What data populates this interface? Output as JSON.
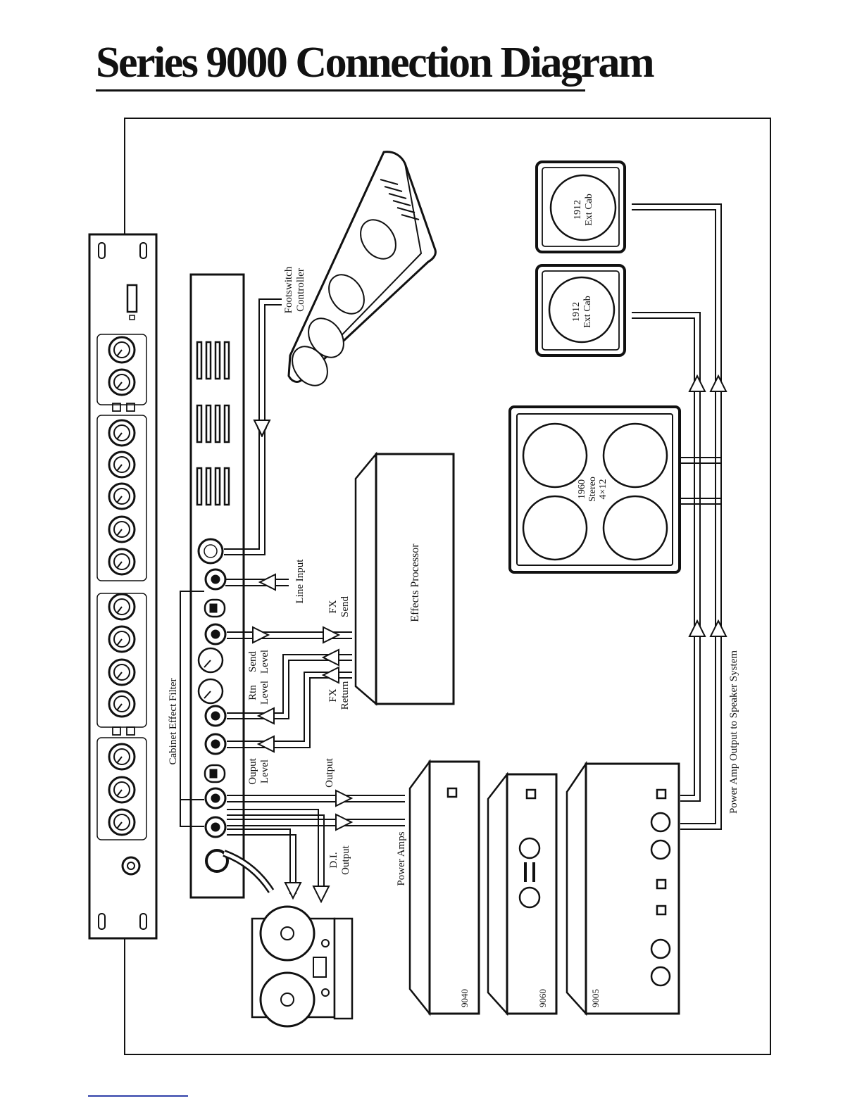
{
  "page": {
    "title": "Series 9000 Connection Diagram"
  },
  "labels": {
    "footswitch": [
      "Footswitch",
      "Controller"
    ],
    "line_input": "Line Input",
    "effects_processor": "Effects Processor",
    "fx_send": [
      "FX",
      "Send"
    ],
    "fx_return": [
      "FX",
      "Return"
    ],
    "send_level": [
      "Send",
      "Level"
    ],
    "rtn_level": [
      "Rtn",
      "Level"
    ],
    "output_level": [
      "Ouput",
      "Level"
    ],
    "cabinet_effect_filter": "Cabinet Effect Filter",
    "output": "Output",
    "di_output": [
      "D.I.",
      "Output"
    ],
    "power_amps": "Power Amps",
    "power_amp_output": "Power Amp Output to Speaker System",
    "cab_1960": [
      "1960",
      "Stereo",
      "4×12"
    ],
    "ext_cab_top": [
      "1912",
      "Ext Cab"
    ],
    "ext_cab_bottom": [
      "1912",
      "Ext Cab"
    ],
    "amp_9040": "9040",
    "amp_9060": "9060",
    "amp_9005": "9005"
  },
  "colors": {
    "ink": "#111111",
    "footer_rule": "#2f3fa8"
  }
}
